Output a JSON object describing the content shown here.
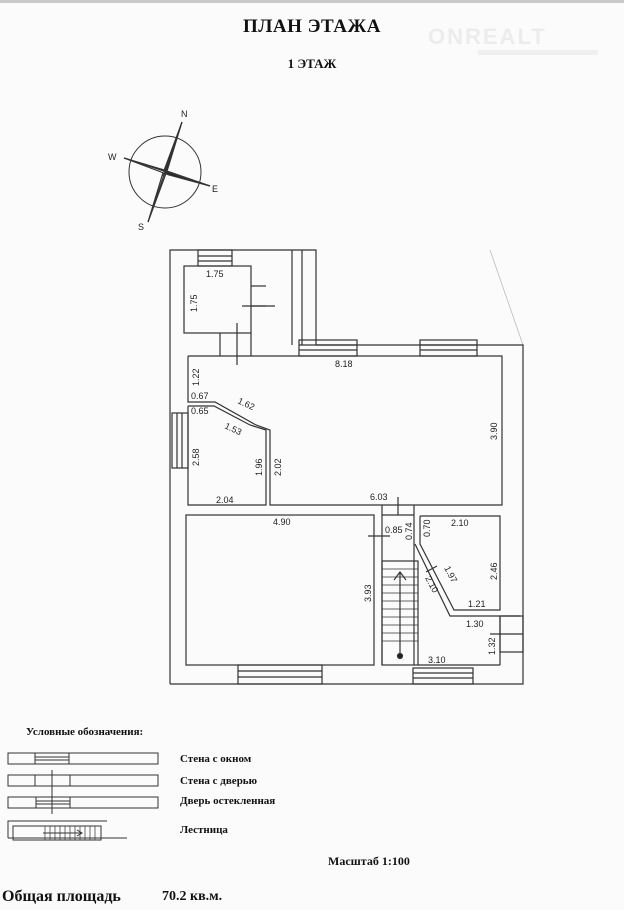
{
  "header": {
    "title": "ПЛАН ЭТАЖА",
    "floor": "1 ЭТАЖ",
    "watermark": "ONREALT"
  },
  "compass": {
    "n": "N",
    "s": "S",
    "e": "E",
    "w": "W"
  },
  "dimensions": {
    "porch_room_width": "1.75",
    "porch_room_height": "1.75",
    "main_width": "8.18",
    "left_wall_upper": "1.22",
    "niche_top": "0.67",
    "diag_outer": "1.62",
    "niche_bottom": "0.65",
    "diag_inner": "1.53",
    "small_room_left": "2.58",
    "small_room_right": "1.96",
    "hall_left": "2.02",
    "small_room_bottom": "2.04",
    "main_bottom": "6.03",
    "main_height": "3.90",
    "living_width": "4.90",
    "living_height": "3.93",
    "corridor_width": "0.85",
    "corridor_side": "0.74",
    "right_room_left": "0.70",
    "right_room_top": "2.10",
    "right_room_height": "2.46",
    "right_diag_outer": "1.97",
    "right_diag_inner": "2.10",
    "right_room_bottom": "1.21",
    "bath_top": "1.30",
    "bath_height": "1.32",
    "bath_bottom": "3.10"
  },
  "legend": {
    "title": "Условные обозначения:",
    "items": [
      "Стена с окном",
      "Стена с дверью",
      "Дверь остекленная",
      "Лестница"
    ]
  },
  "footer": {
    "scale": "Масштаб 1:100",
    "area_label": "Общая площадь",
    "area_value": "70.2 кв.м."
  }
}
